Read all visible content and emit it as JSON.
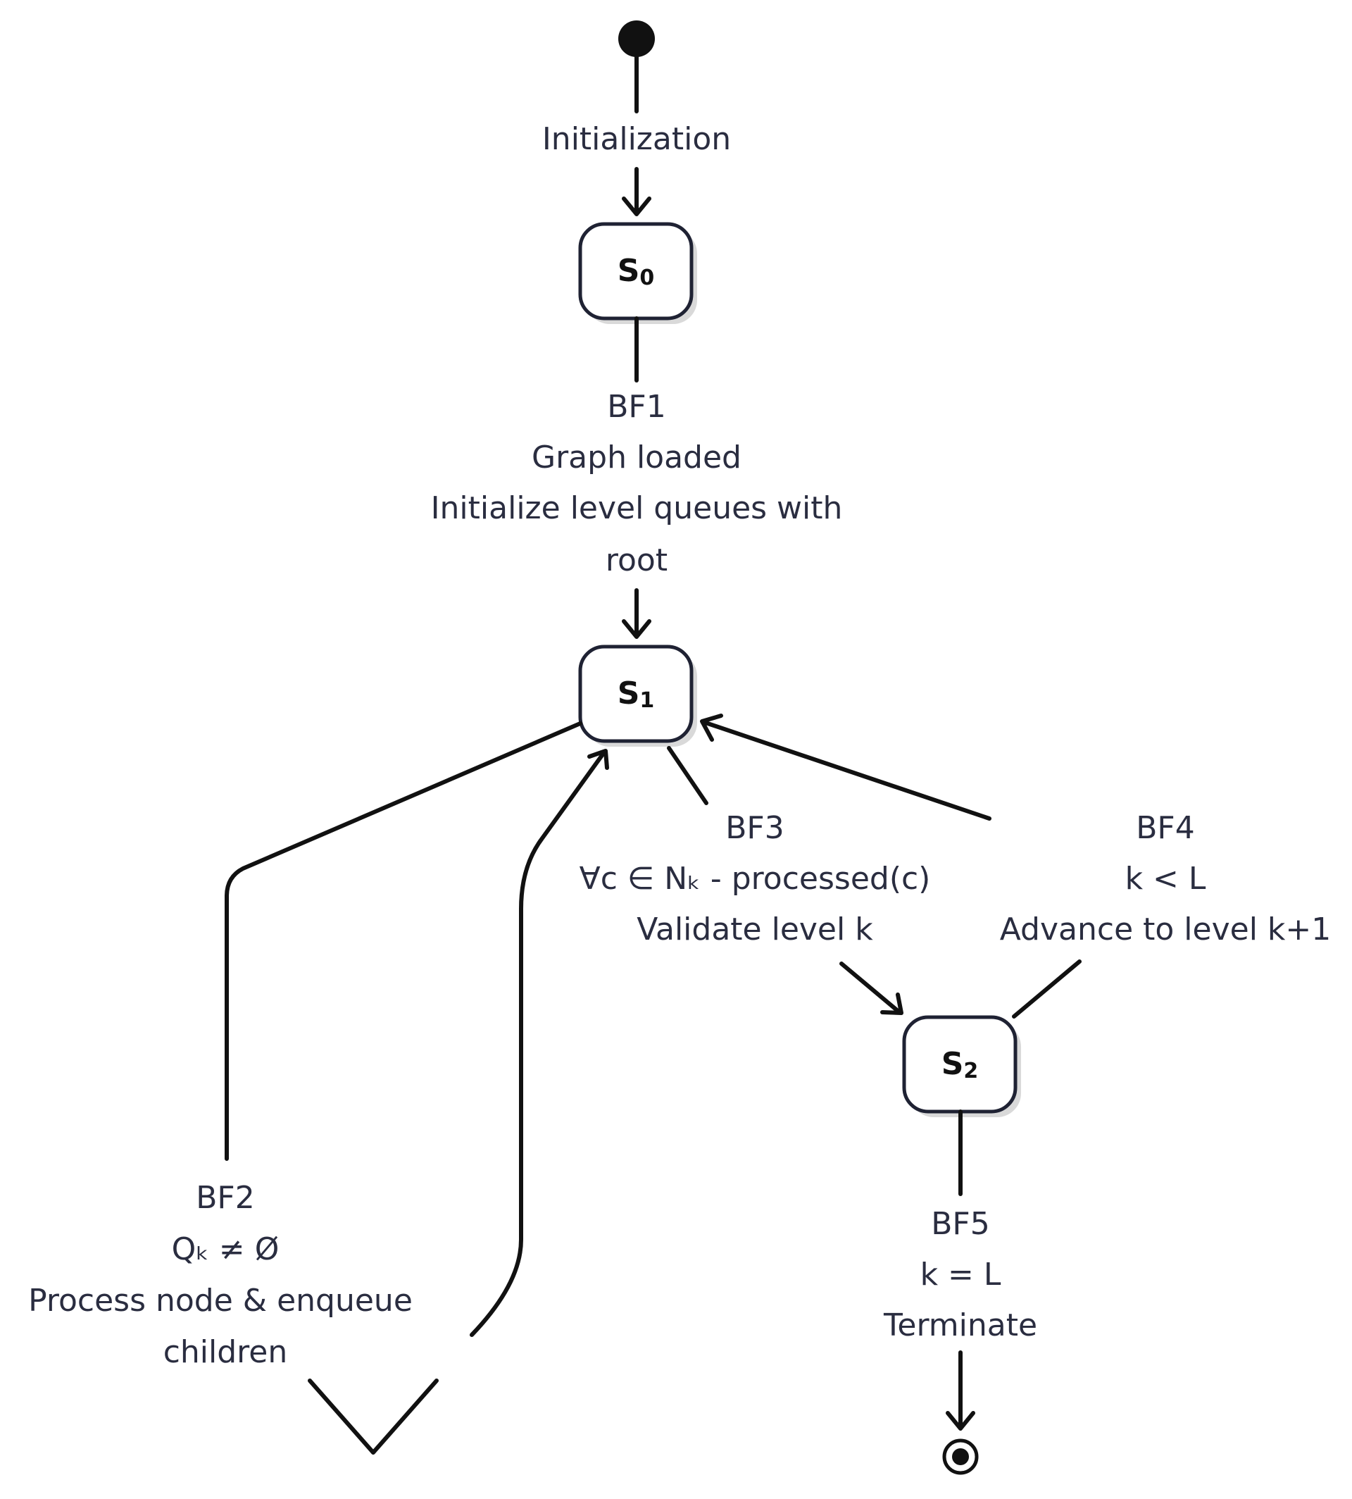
{
  "initial_label": "Initialization",
  "states": {
    "s0": {
      "name": "S",
      "subscript": "0"
    },
    "s1": {
      "name": "S",
      "subscript": "1"
    },
    "s2": {
      "name": "S",
      "subscript": "2"
    }
  },
  "transitions": {
    "bf1": {
      "id": "BF1",
      "guard": "Graph loaded",
      "action_line1": "Initialize level queues with",
      "action_line2": "root"
    },
    "bf2": {
      "id": "BF2",
      "guard": "Qₖ ≠ Ø",
      "action_line1": "Process node & enqueue",
      "action_line2": "children"
    },
    "bf3": {
      "id": "BF3",
      "guard": "∀c ∈ Nₖ - processed(c)",
      "action_line1": "Validate level k"
    },
    "bf4": {
      "id": "BF4",
      "guard": "k < L",
      "action_line1": "Advance to level k+1"
    },
    "bf5": {
      "id": "BF5",
      "guard": "k = L",
      "action_line1": "Terminate"
    }
  }
}
